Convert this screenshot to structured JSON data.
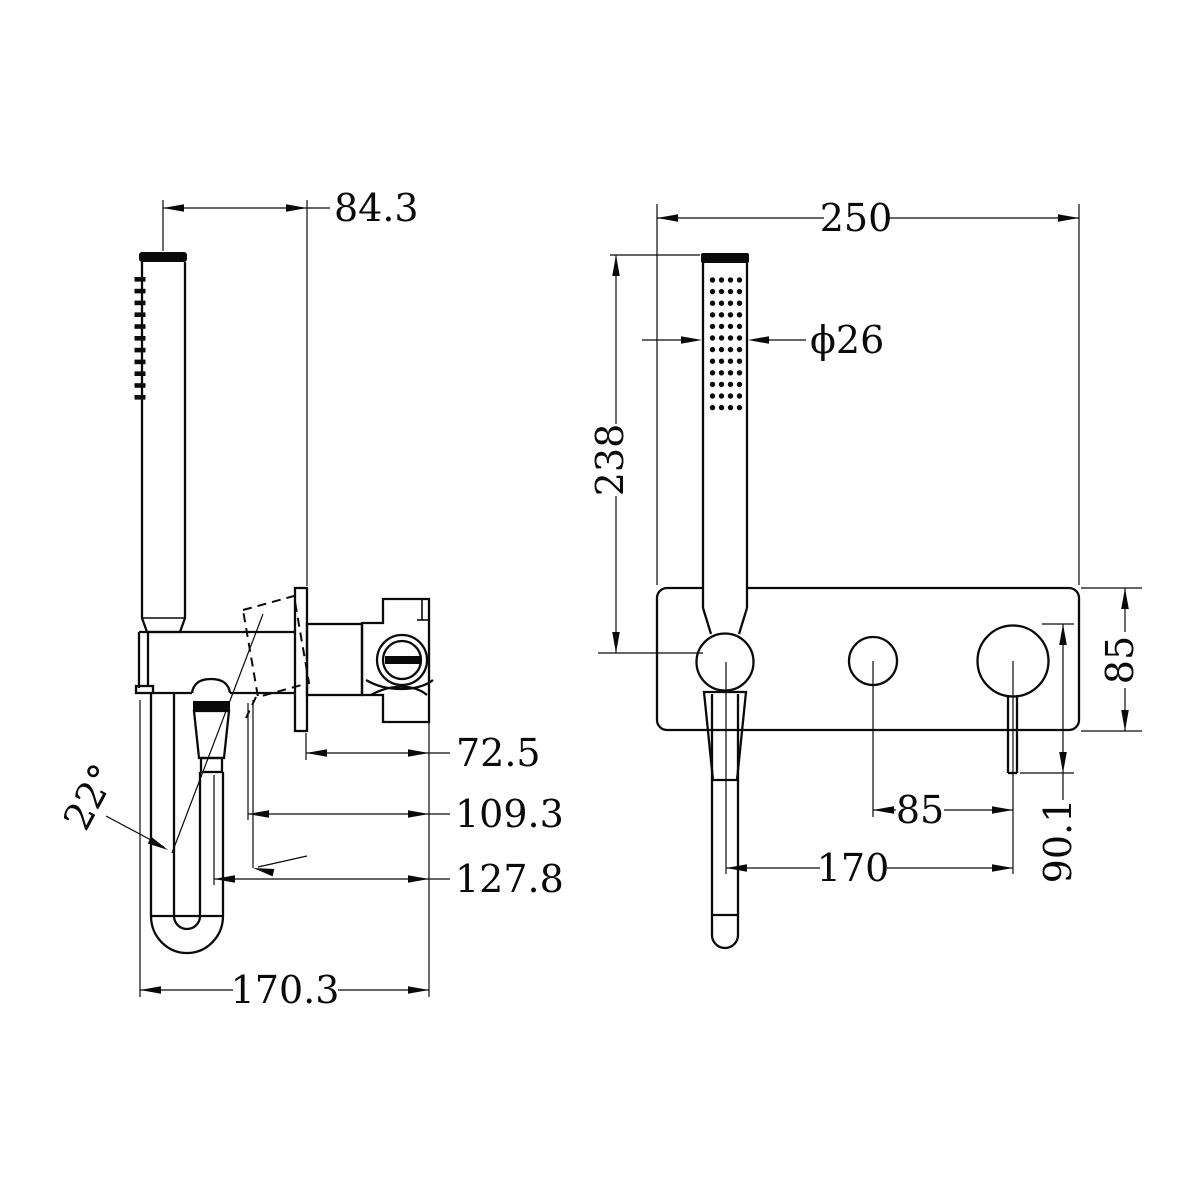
{
  "drawing": {
    "type": "technical-dimension-drawing",
    "subject": "wall-mounted shower mixer with hand shower",
    "ink": "#0a0a0a",
    "background": "#ffffff"
  },
  "views": {
    "side": {
      "label": "side-view",
      "dims": {
        "hose_offset": {
          "label": "84.3"
        },
        "plate_depth": {
          "label": "72.5"
        },
        "handle_depth": {
          "label": "109.3"
        },
        "hose_depth": {
          "label": "127.8"
        },
        "total_depth": {
          "label": "170.3"
        },
        "lever_angle": {
          "label": "22°"
        }
      }
    },
    "front": {
      "label": "front-view",
      "dims": {
        "plate_width": {
          "label": "250"
        },
        "handshower_height": {
          "label": "238"
        },
        "wand_diameter": {
          "label": "ϕ26"
        },
        "plate_height": {
          "label": "85"
        },
        "handle_pitch": {
          "label": "85"
        },
        "outlet_pitch": {
          "label": "170"
        },
        "lever_drop": {
          "label": "90.1"
        }
      }
    }
  }
}
